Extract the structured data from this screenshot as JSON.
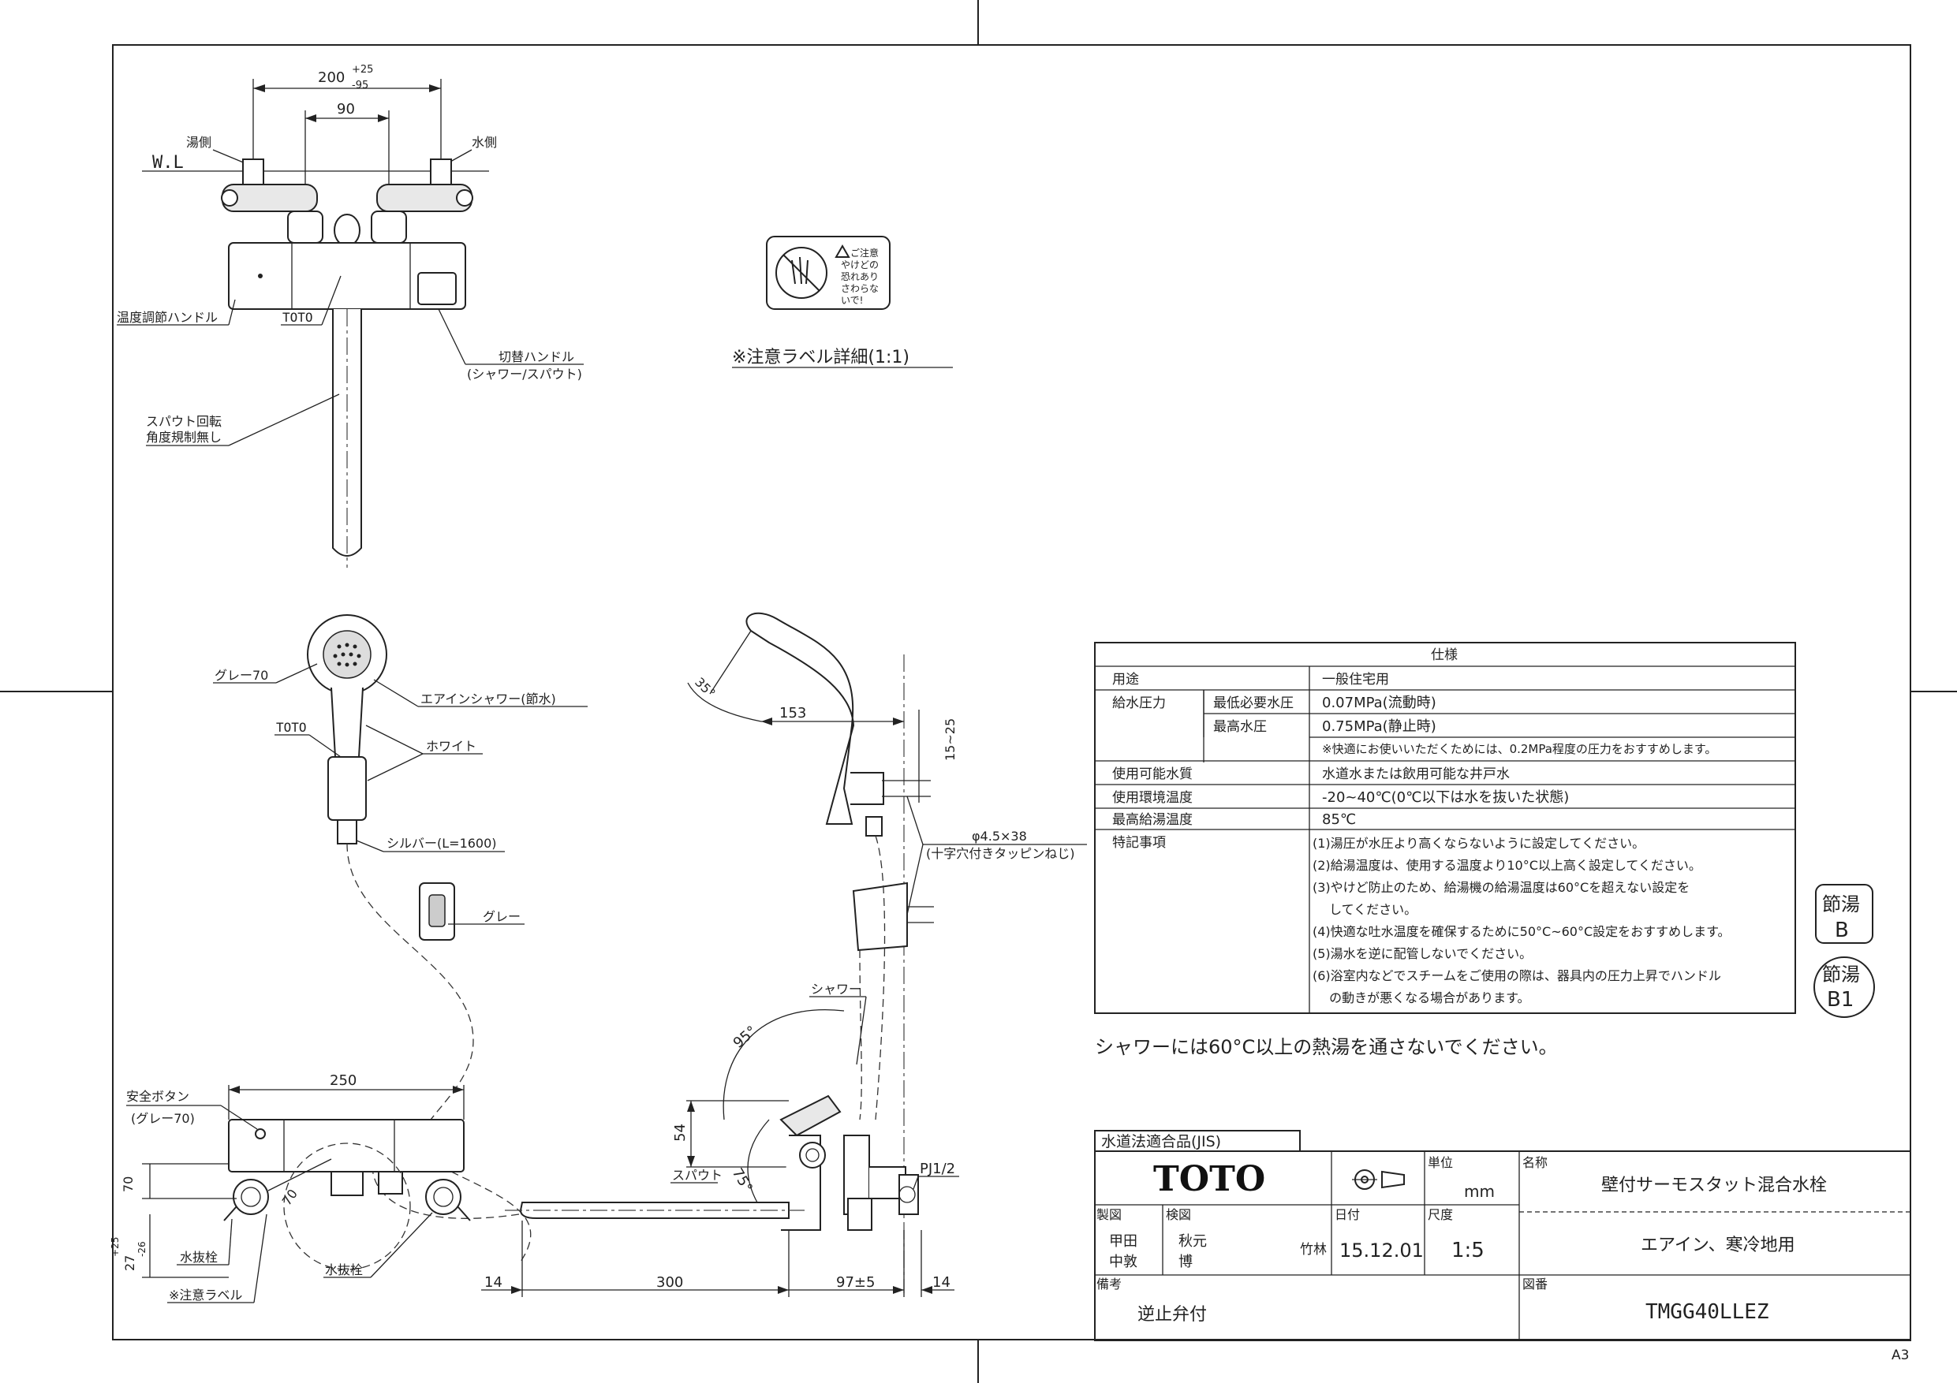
{
  "top_view": {
    "dim_200": "200",
    "dim_200_tol_plus": "+25",
    "dim_200_tol_minus": "-95",
    "dim_90": "90",
    "hot_side": "湯側",
    "cold_side": "水側",
    "wl": "W.L",
    "temp_handle": "温度調節ハンドル",
    "toto": "TOTO",
    "switch_handle": "切替ハンドル",
    "switch_handle_sub": "(シャワー/スパウト)",
    "spout_rotation_1": "スパウト回転",
    "spout_rotation_2": "角度規制無し"
  },
  "caution_label": {
    "icon_text": [
      "ご注意",
      "やけどの",
      "恐れあり",
      "さわらな",
      "いで!"
    ],
    "caption": "※注意ラベル詳細(1:1)"
  },
  "shower_front": {
    "grey70": "グレー70",
    "air_in_shower": "エアインシャワー(節水)",
    "toto": "TOTO",
    "white": "ホワイト",
    "silver": "シルバー(L=1600)",
    "grey": "グレー"
  },
  "side_view": {
    "angle_35": "35°",
    "dim_153": "153",
    "dim_15_25": "15~25",
    "screw_1": "φ4.5×38",
    "screw_2": "(十字穴付きタッピンねじ)",
    "shower_label": "シャワー",
    "angle_95": "95°",
    "dim_54": "54",
    "spout_label": "スパウト",
    "angle_75": "75°",
    "pj": "PJ1/2",
    "dim_14_left": "14",
    "dim_300": "300",
    "dim_97": "97±5",
    "dim_14_right": "14"
  },
  "front_view": {
    "safety_button": "安全ボタン",
    "safety_button_sub": "(グレー70)",
    "dim_250": "250",
    "dim_70_v": "70",
    "dim_70_d": "70",
    "dim_27": "27",
    "dim_27_tol_plus": "+25",
    "dim_27_tol_minus": "-26",
    "drain_plug_left": "水抜栓",
    "caution_label": "※注意ラベル",
    "drain_plug_right": "水抜栓"
  },
  "spec_table": {
    "title": "仕様",
    "rows": [
      {
        "label": "用途",
        "sub": "",
        "value": "一般住宅用"
      },
      {
        "label": "給水圧力",
        "sub": "最低必要水圧",
        "value": "0.07MPa(流動時)"
      },
      {
        "label": "",
        "sub": "最高水圧",
        "value": "0.75MPa(静止時)"
      },
      {
        "label": "",
        "sub": "",
        "value": "※快適にお使いいただくためには、0.2MPa程度の圧力をおすすめします。"
      },
      {
        "label": "使用可能水質",
        "sub": "",
        "value": "水道水または飲用可能な井戸水"
      },
      {
        "label": "使用環境温度",
        "sub": "",
        "value": "-20~40℃(0℃以下は水を抜いた状態)"
      },
      {
        "label": "最高給湯温度",
        "sub": "",
        "value": "85℃"
      }
    ],
    "notes_label": "特記事項",
    "notes": [
      "(1)湯圧が水圧より高くならないように設定してください。",
      "(2)給湯温度は、使用する温度より10°C以上高く設定してください。",
      "(3)やけど防止のため、給湯機の給湯温度は60°Cを超えない設定を",
      "　 してください。",
      "(4)快適な吐水温度を確保するために50°C~60°C設定をおすすめします。",
      "(5)湯水を逆に配管しないでください。",
      "(6)浴室内などでスチームをご使用の際は、器具内の圧力上昇でハンドル",
      "　 の動きが悪くなる場合があります。"
    ]
  },
  "badges": {
    "b_top": "節湯",
    "b_bottom": "B",
    "b1_top": "節湯",
    "b1_bottom": "B1"
  },
  "shower_warning": "シャワーには60°C以上の熱湯を通さないでください。",
  "title_block": {
    "jis": "水道法適合品(JIS)",
    "logo": "TOTO",
    "unit_label": "単位",
    "unit_value": "mm",
    "name_label": "名称",
    "name_value": "壁付サーモスタット混合水栓",
    "sub_name": "エアイン、寒冷地用",
    "drawn_label": "製図",
    "drawn_seal_1": "甲田",
    "drawn_seal_2": "中敦",
    "checked_label": "検図",
    "checked_seal_1": "秋元",
    "checked_seal_2": "博",
    "approved_seal": "竹林",
    "date_label": "日付",
    "date_value": "15.12.01",
    "scale_label": "尺度",
    "scale_value": "1:5",
    "remarks_label": "備考",
    "remarks_value": "逆止弁付",
    "drawing_no_label": "図番",
    "drawing_no_value": "TMGG40LLEZ"
  },
  "sheet_size": "A3"
}
